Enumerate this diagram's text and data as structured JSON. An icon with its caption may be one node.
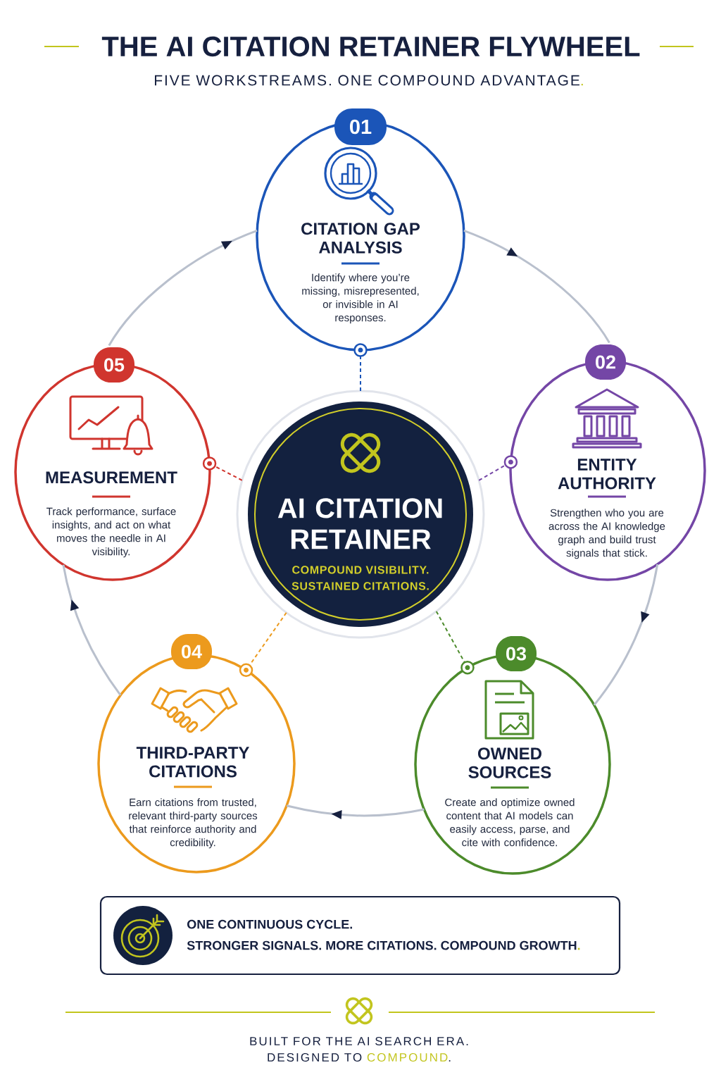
{
  "diagram": {
    "title": "THE AI CITATION RETAINER FLYWHEEL",
    "nodes": [
      {
        "text": [
          "01",
          "CITATION GAP ANALYSIS",
          "Identify where you’re missing, misrepresented, or invisible in AI responses."
        ]
      },
      {
        "text": [
          "02",
          "ENTITY AUTHORITY",
          "Strengthen who you are across the AI knowledge graph and build trust signals that stick."
        ]
      },
      {
        "text": [
          "03",
          "OWNED SOURCES",
          "Create and optimize owned content that AI models can easily access, parse, and cite with confidence."
        ]
      },
      {
        "text": [
          "04",
          "THIRD-PARTY CITATIONS",
          "Earn citations from trusted, relevant third-party sources that reinforce authority and credibility."
        ]
      },
      {
        "text": [
          "05",
          "MEASUREMENT",
          "Track performance, surface insights, and act on what moves the needle in AI visibility."
        ]
      },
      {
        "text": [
          "AI CITATION RETAINER",
          "COMPOUND VISIBILITY. SUSTAINED CITATIONS."
        ]
      },
      {
        "text": [
          "ONE CONTINUOUS CYCLE.",
          "STRONGER SIGNALS. MORE CITATIONS. COMPOUND GROWTH."
        ]
      },
      {
        "text": [],
        "shape": "circle"
      },
      {
        "text": [],
        "shape": "circle"
      },
      {
        "text": [],
        "shape": "circle"
      },
      {
        "text": [],
        "shape": "circle"
      },
      {
        "text": [],
        "shape": "circle"
      }
    ],
    "edges": [
      {
        "from": 0,
        "to": 1,
        "arrow": "to"
      },
      {
        "from": 1,
        "to": 2,
        "arrow": "to"
      },
      {
        "from": 2,
        "to": 3,
        "arrow": "to"
      },
      {
        "from": 3,
        "to": 4,
        "arrow": "to"
      },
      {
        "from": 4,
        "to": 0,
        "arrow": "to"
      },
      {
        "from": 5,
        "to": 7,
        "arrow": "none",
        "style": "dashed",
        "color": "#1b55b8"
      },
      {
        "from": 5,
        "to": 8,
        "arrow": "none",
        "style": "dashed",
        "color": "#7446a6"
      },
      {
        "from": 5,
        "to": 9,
        "arrow": "none",
        "style": "dashed",
        "color": "#4c8b2b"
      },
      {
        "from": 5,
        "to": 10,
        "arrow": "none",
        "style": "dashed",
        "color": "#ec9a1d"
      },
      {
        "from": 5,
        "to": 11,
        "arrow": "none",
        "style": "dashed",
        "color": "#d0352e"
      }
    ],
    "labels": [
      "FIVE WORKSTREAMS. ONE COMPOUND ADVANTAGE.",
      "BUILT FOR THE AI SEARCH ERA.",
      "DESIGNED TO COMPOUND."
    ]
  }
}
